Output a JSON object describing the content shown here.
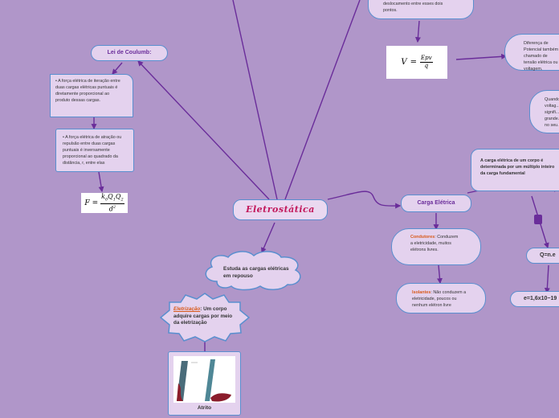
{
  "central": {
    "title": "Eletrostática"
  },
  "coulomb": {
    "title": "Lei de Coulumb:",
    "statement1": "• A força elétrica de iteração entre duas cargas elétricas puntuais é diretamente proporcional ao produto dessas cargas.",
    "statement2": "• A força elétrica de atração ou repulsão entre duas cargas puntuais é inversamente proporcional ao quadrado da distância, r, entre elas",
    "formula": {
      "lhs": "F",
      "k": "k",
      "k_sub": "0",
      "q1": "Q",
      "q1_sub": "1",
      "q2": "Q",
      "q2_sub": "2",
      "den": "d",
      "den_exp": "2"
    }
  },
  "cloud": {
    "text": "Estuda as cargas elétricas em repouso"
  },
  "eletrizacao": {
    "term": "Eletrização",
    "rest": ": Um corpo adquire cargas por meio da eletrização"
  },
  "atrito": {
    "label": "Atrito"
  },
  "potential": {
    "top_text": "deslocamento entre esses dois pontos.",
    "formula": {
      "lhs": "V",
      "num": "Epv",
      "den": "q"
    },
    "ddp_text": "Diferença de Potencial também chamado de tensão elétrica ou voltagem.",
    "right_text": "Quando... voltag... signifi... grande... no seu..."
  },
  "carga": {
    "title": "Carga Elétrica",
    "fundamental": "A carga elétrica de um corpo é determinada por um múltiplo inteiro da carga fundamental",
    "condutores_term": "Condutores",
    "condutores_rest": ": Conduzem a eletricidade, muitos elétrons livres.",
    "isolantes_term": "Isolantes",
    "isolantes_rest": ": Não conduzem a eletricidade, poucos ou nenhum elétron livre",
    "qne": "Q=n.e",
    "e_value": "e=1,6x10−19"
  },
  "colors": {
    "background": "#b096c9",
    "node": "#e4d2ee",
    "border": "#5a8fcf",
    "link": "#6a2d9a",
    "accent": "#c2185b",
    "highlight": "#d85a1b"
  }
}
